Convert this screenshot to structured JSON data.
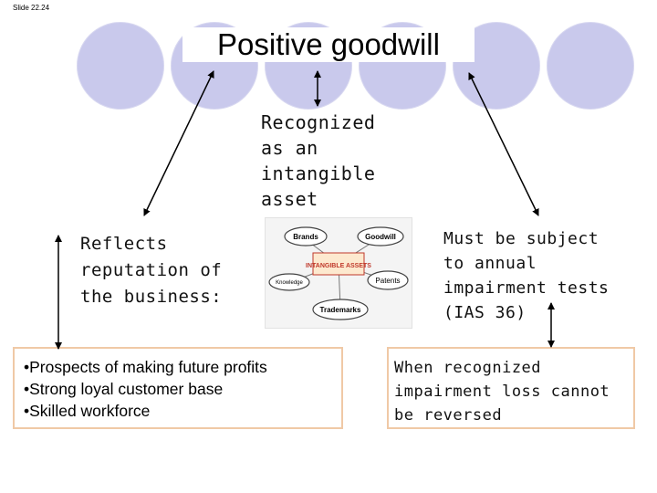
{
  "slide_number": "Slide 22.24",
  "title": "Positive goodwill",
  "recognized_lines": [
    "Recognized",
    "as an",
    "intangible",
    "asset"
  ],
  "reflects_lines": [
    "Reflects",
    "reputation of",
    "the business:"
  ],
  "must_lines": [
    "Must be subject",
    "to annual",
    "impairment tests",
    "(IAS 36)"
  ],
  "bullets": [
    "•Prospects of making future profits",
    "•Strong loyal customer base",
    "•Skilled workforce"
  ],
  "when_lines": [
    "When recognized",
    "impairment loss cannot",
    "be reversed"
  ],
  "diagram": {
    "center": "INTANGIBLE ASSETS",
    "nodes": [
      "Brands",
      "Goodwill",
      "Knowledge",
      "Patents",
      "Trademarks"
    ]
  },
  "colors": {
    "circle": "#c9c9ec",
    "box_border": "#f0c9a6",
    "arrow": "#000000"
  }
}
